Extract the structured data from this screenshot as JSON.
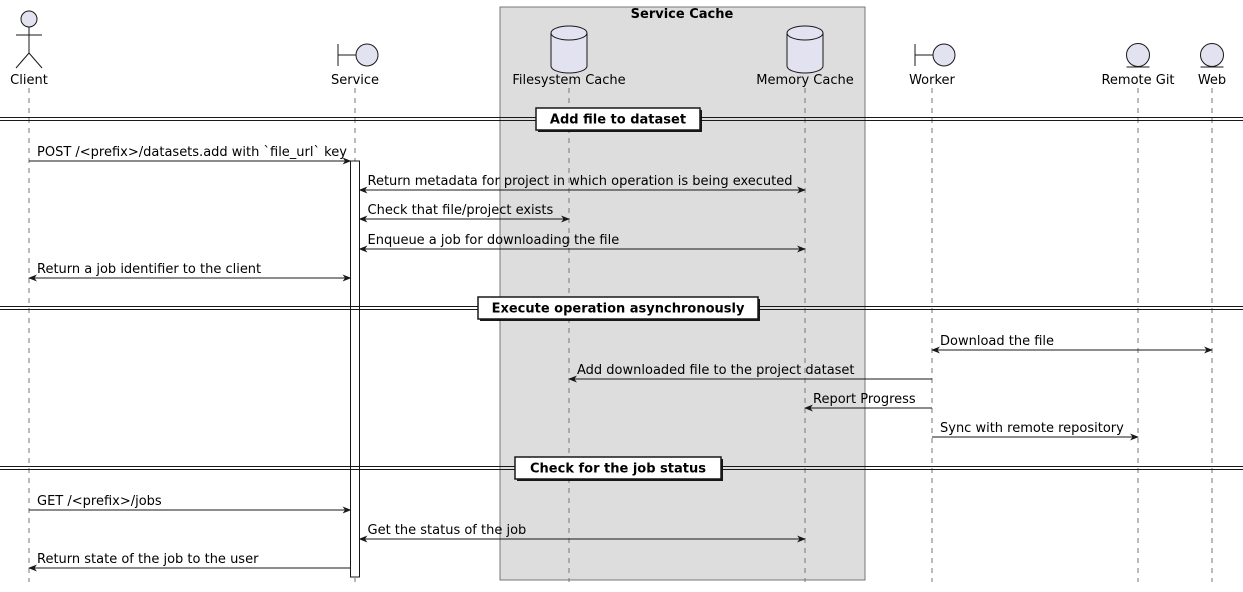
{
  "box": {
    "title": "Service Cache",
    "fill": "#DDDDDD"
  },
  "participants": [
    {
      "id": "client",
      "label": "Client",
      "shape": "actor"
    },
    {
      "id": "service",
      "label": "Service",
      "shape": "boundary"
    },
    {
      "id": "fscache",
      "label": "Filesystem Cache",
      "shape": "database"
    },
    {
      "id": "memcache",
      "label": "Memory Cache",
      "shape": "database"
    },
    {
      "id": "worker",
      "label": "Worker",
      "shape": "boundary"
    },
    {
      "id": "remotegit",
      "label": "Remote Git",
      "shape": "entity"
    },
    {
      "id": "web",
      "label": "Web",
      "shape": "entity"
    }
  ],
  "dividers": [
    {
      "label": "Add file to dataset"
    },
    {
      "label": "Execute operation asynchronously"
    },
    {
      "label": "Check for the job status"
    }
  ],
  "messages": [
    {
      "from": "client",
      "to": "service",
      "label": "POST /<prefix>/datasets.add with `file_url` key",
      "arrows": "end"
    },
    {
      "from": "service",
      "to": "memcache",
      "label": "Return metadata for project in which operation is being executed",
      "arrows": "both"
    },
    {
      "from": "service",
      "to": "fscache",
      "label": "Check that file/project exists",
      "arrows": "both"
    },
    {
      "from": "service",
      "to": "memcache",
      "label": "Enqueue a job for downloading the file",
      "arrows": "both"
    },
    {
      "from": "client",
      "to": "service",
      "label": "Return a job identifier to the client",
      "arrows": "both"
    },
    {
      "from": "worker",
      "to": "web",
      "label": "Download the file",
      "arrows": "both"
    },
    {
      "from": "worker",
      "to": "fscache",
      "label": "Add downloaded file to the project dataset",
      "arrows": "end"
    },
    {
      "from": "worker",
      "to": "memcache",
      "label": "Report Progress",
      "arrows": "end"
    },
    {
      "from": "worker",
      "to": "remotegit",
      "label": "Sync with remote repository",
      "arrows": "end"
    },
    {
      "from": "client",
      "to": "service",
      "label": "GET /<prefix>/jobs",
      "arrows": "end"
    },
    {
      "from": "service",
      "to": "memcache",
      "label": "Get the status of the job",
      "arrows": "both"
    },
    {
      "from": "service",
      "to": "client",
      "label": "Return state of the job to the user",
      "arrows": "end"
    }
  ],
  "colors": {
    "participant_fill": "#E2E2F0",
    "participant_stroke": "#181818",
    "line": "#181818",
    "lifeline": "#777777",
    "box_fill": "#DDDDDD",
    "box_stroke": "#777777"
  }
}
